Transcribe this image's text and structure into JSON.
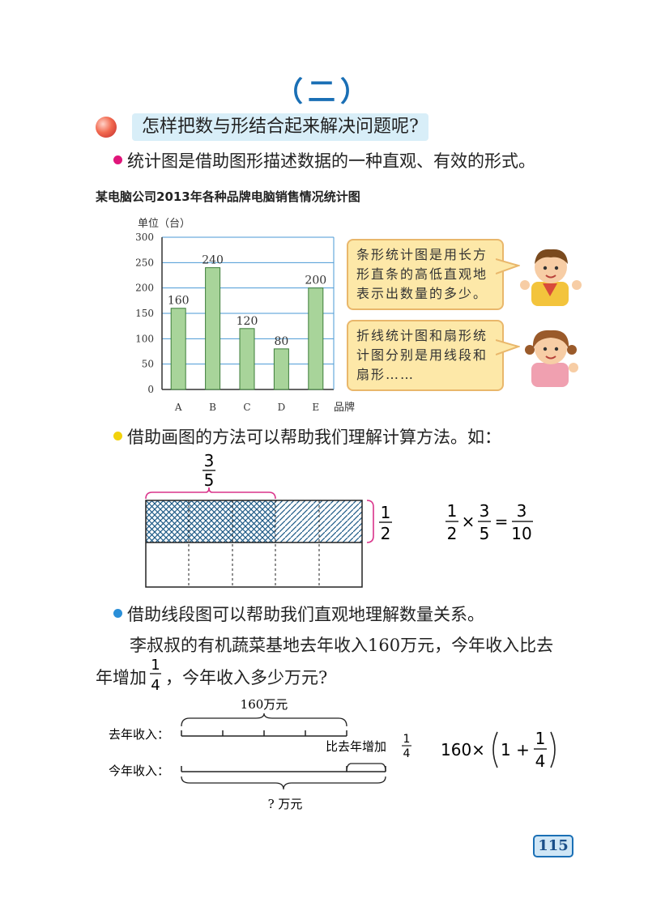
{
  "section_heading": "（二）",
  "question": "怎样把数与形结合起来解决问题呢?",
  "bullets": [
    {
      "text": "统计图是借助图形描述数据的一种直观、有效的形式。",
      "color": "#e0157a"
    },
    {
      "text": "借助画图的方法可以帮助我们理解计算方法。如：",
      "color": "#f2d20c"
    },
    {
      "text": "借助线段图可以帮助我们直观地理解数量关系。",
      "color": "#2a8fd8"
    }
  ],
  "chart_data": {
    "type": "bar",
    "title": "某电脑公司2013年各种品牌电脑销售情况统计图",
    "ylabel": "单位（台）",
    "xlabel": "品牌",
    "categories": [
      "A",
      "B",
      "C",
      "D",
      "E"
    ],
    "values": [
      160,
      240,
      120,
      80,
      200
    ],
    "data_labels": [
      "160",
      "240",
      "120",
      "80",
      "200"
    ],
    "yticks": [
      "0",
      "50",
      "100",
      "150",
      "200",
      "250",
      "300"
    ],
    "ylim": [
      0,
      300
    ],
    "grid": "horizontal",
    "bar_color": "#a8d49a"
  },
  "bubbles": {
    "boy": "条形统计图是用长方形直条的高低直观地表示出数量的多少。",
    "girl": "折线统计图和扇形统计图分别是用线段和扇形……"
  },
  "fraction_figure": {
    "brace_num": "3",
    "brace_den": "5",
    "side_num": "1",
    "side_den": "2",
    "eq_a_num": "1",
    "eq_a_den": "2",
    "times": "×",
    "eq_b_num": "3",
    "eq_b_den": "5",
    "equals": "=",
    "eq_c_num": "3",
    "eq_c_den": "10",
    "columns": 5,
    "shaded_columns": 3,
    "rows": 2
  },
  "problem": {
    "line1": "李叔叔的有机蔬菜基地去年收入160万元，今年收入比去",
    "line2_prefix": "年增加",
    "frac_num": "1",
    "frac_den": "4",
    "line2_suffix": "，今年收入多少万元?"
  },
  "segment_diagram": {
    "top_label": "160万元",
    "last_year_label": "去年收入：",
    "this_year_label": "今年收入：",
    "increase_label": "比去年增加",
    "increase_num": "1",
    "increase_den": "4",
    "bottom_label": "? 万元",
    "formula_prefix": "160×",
    "formula_one": "1 +",
    "formula_num": "1",
    "formula_den": "4"
  },
  "page_number": "115"
}
